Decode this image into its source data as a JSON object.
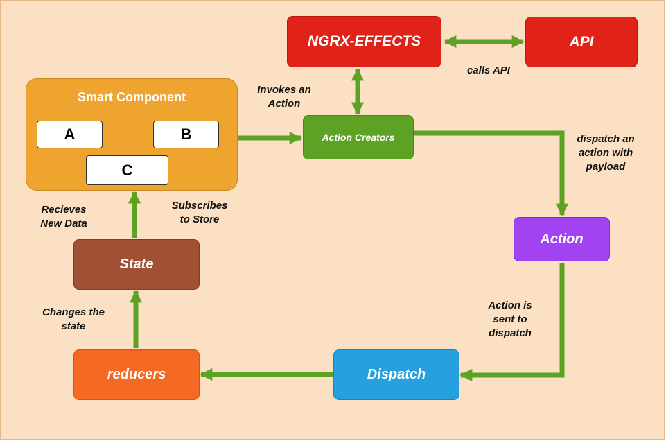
{
  "diagram": {
    "nodes": {
      "ngrx_effects": "NGRX-EFFECTS",
      "api": "API",
      "smart_component": "Smart Component",
      "component_a": "A",
      "component_b": "B",
      "component_c": "C",
      "action_creators": "Action Creators",
      "action": "Action",
      "dispatch": "Dispatch",
      "reducers": "reducers",
      "state": "State"
    },
    "edge_labels": {
      "calls_api": "calls API",
      "invokes_action": "Invokes an\nAction",
      "dispatch_payload": "dispatch an\naction with\npayload",
      "sent_to_dispatch": "Action is\nsent to\ndispatch",
      "recieves_data": "Recieves\nNew Data",
      "subscribes": "Subscribes\nto Store",
      "changes_state": "Changes the\nstate"
    },
    "colors": {
      "background": "#fce0c4",
      "arrow": "#5ea225",
      "ngrx_effects": "#e02218",
      "api": "#e02218",
      "smart_component": "#eea42f",
      "action_creators": "#5ea225",
      "action": "#a143f0",
      "dispatch": "#26a0de",
      "reducers": "#f46a22",
      "state": "#a05134"
    }
  }
}
